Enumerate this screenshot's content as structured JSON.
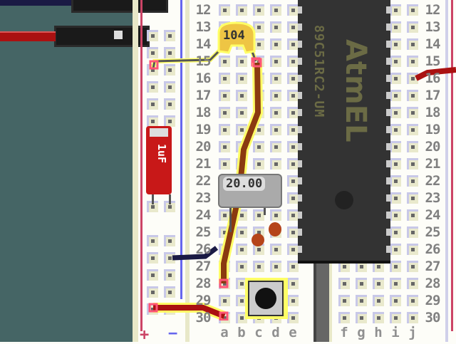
{
  "board": {
    "rows_left": [
      12,
      13,
      14,
      15,
      16,
      17,
      18,
      19,
      20,
      21,
      22,
      23,
      24,
      25,
      26,
      27,
      28,
      29,
      30
    ],
    "rows_right": [
      12,
      13,
      14,
      15,
      16,
      17,
      18,
      19,
      20,
      21,
      22,
      23,
      24,
      25,
      26,
      27,
      28,
      29,
      30
    ],
    "columns_left": [
      "a",
      "b",
      "c",
      "d",
      "e"
    ],
    "columns_right": [
      "f",
      "g",
      "h",
      "i",
      "j"
    ],
    "rail_plus": "+",
    "rail_minus": "−"
  },
  "components": {
    "ceramic_cap_label": "104",
    "crystal_label": "20.00",
    "electrolytic_label": "1uF",
    "chip_logo": "AtmEL",
    "chip_part": "89C51RC2-UM"
  },
  "colors": {
    "panel": "#456565",
    "rail_plus": "#cc4466",
    "rail_minus": "#6666ee",
    "wire_red": "#bb1111",
    "wire_brown": "#8a3a10",
    "wire_navy": "#1a1a44",
    "highlight": "#ffff66"
  }
}
